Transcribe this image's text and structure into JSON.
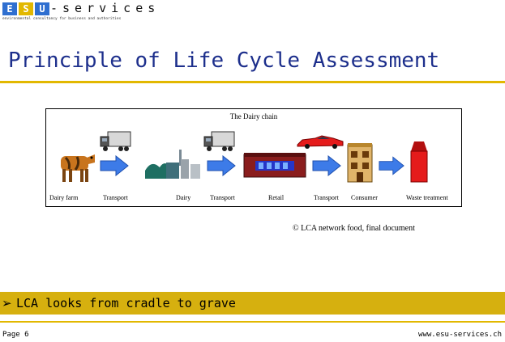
{
  "logo": {
    "blocks": [
      "E",
      "S",
      "U"
    ],
    "block_colors": [
      "#2f6fd0",
      "#e2b800",
      "#2f6fd0"
    ],
    "text": "-services",
    "tagline": "environmental consultancy for business and authorities"
  },
  "title": "Principle of Life Cycle Assessment",
  "figure": {
    "title": "The Dairy chain",
    "labels": [
      "Dairy farm",
      "Transport",
      "Dairy",
      "Transport",
      "Retail",
      "Transport",
      "Consumer",
      "Waste treatment"
    ],
    "icons": [
      "cow-icon",
      "truck-icon",
      "factory-icon",
      "truck-icon",
      "shop-icon",
      "sports-car-icon",
      "house-icon",
      "milk-carton-icon"
    ],
    "copyright": "© LCA network food, final document"
  },
  "bullet": {
    "marker": "➢",
    "text": "LCA looks from cradle to grave"
  },
  "footer": {
    "page": "Page 6",
    "url": "www.esu-services.ch"
  },
  "colors": {
    "title_blue": "#1d2f8c",
    "accent_gold": "#e2b800",
    "band_gold": "#d6b00f",
    "arrow_blue": "#3d7be8"
  }
}
